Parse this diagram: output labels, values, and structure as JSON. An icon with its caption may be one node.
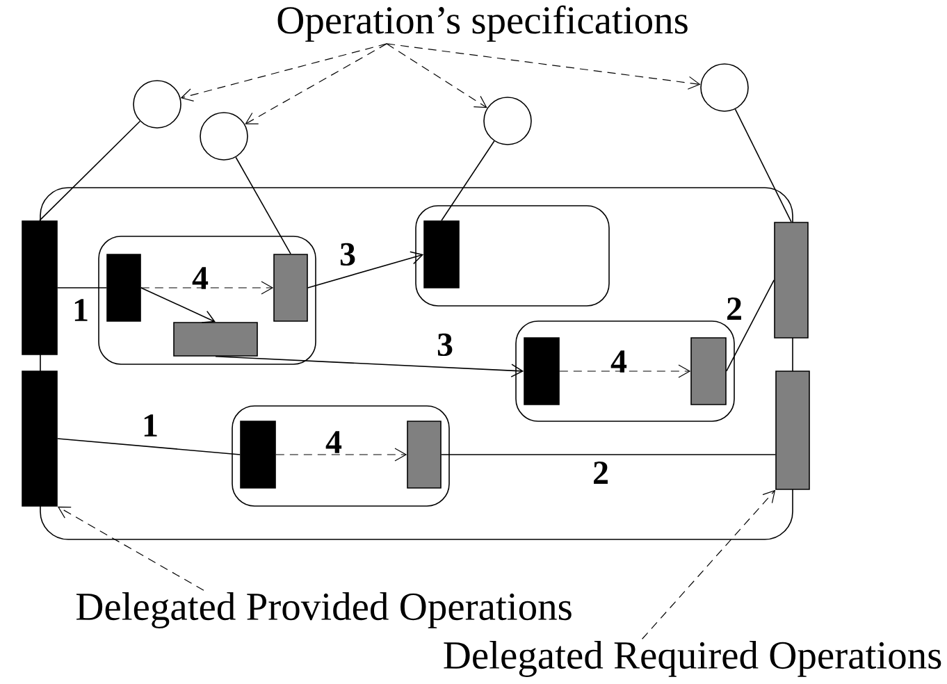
{
  "diagram": {
    "nodes": [
      {
        "text": [
          "Operation’s specifications"
        ]
      },
      {
        "text": [],
        "shape": "circle"
      },
      {
        "text": [],
        "shape": "circle"
      },
      {
        "text": [],
        "shape": "circle"
      },
      {
        "text": [],
        "shape": "circle"
      },
      {
        "text": [],
        "shape": "box"
      },
      {
        "text": [],
        "shape": "box",
        "in": 5
      },
      {
        "text": [],
        "shape": "box",
        "in": 5
      },
      {
        "text": [],
        "shape": "box",
        "in": 5
      },
      {
        "text": [],
        "shape": "box",
        "in": 5
      },
      {
        "text": [],
        "shape": "bar"
      },
      {
        "text": [],
        "shape": "bar"
      },
      {
        "text": [],
        "shape": "bar",
        "in": 6
      },
      {
        "text": [],
        "shape": "bar",
        "in": 6
      },
      {
        "text": [],
        "shape": "bar",
        "in": 6
      },
      {
        "text": [],
        "shape": "bar",
        "in": 7
      },
      {
        "text": [],
        "shape": "bar",
        "in": 8
      },
      {
        "text": [],
        "shape": "bar",
        "in": 8
      },
      {
        "text": [],
        "shape": "bar",
        "in": 9
      },
      {
        "text": [],
        "shape": "bar",
        "in": 9
      },
      {
        "text": [],
        "shape": "bar"
      },
      {
        "text": [],
        "shape": "bar"
      },
      {
        "text": [
          "Delegated Provided Operations"
        ]
      },
      {
        "text": [
          "Delegated Required Operations"
        ]
      }
    ],
    "edges": [
      {
        "from": 0,
        "to": 1,
        "arrow": "to",
        "style": "dashed"
      },
      {
        "from": 0,
        "to": 2,
        "arrow": "to",
        "style": "dashed"
      },
      {
        "from": 0,
        "to": 3,
        "arrow": "to",
        "style": "dashed"
      },
      {
        "from": 0,
        "to": 4,
        "arrow": "to",
        "style": "dashed"
      },
      {
        "from": 1,
        "to": 10,
        "arrow": "none"
      },
      {
        "from": 2,
        "to": 13,
        "arrow": "none"
      },
      {
        "from": 3,
        "to": 15,
        "arrow": "none"
      },
      {
        "from": 4,
        "to": 20,
        "arrow": "none"
      },
      {
        "from": 10,
        "to": 12,
        "arrow": "none",
        "label": "1"
      },
      {
        "from": 12,
        "to": 13,
        "arrow": "to",
        "style": "dashed",
        "label": "4"
      },
      {
        "from": 12,
        "to": 14,
        "arrow": "to"
      },
      {
        "from": 13,
        "to": 15,
        "arrow": "to",
        "label": "3"
      },
      {
        "from": 14,
        "to": 16,
        "arrow": "to",
        "label": "3"
      },
      {
        "from": 16,
        "to": 17,
        "arrow": "to",
        "style": "dashed",
        "label": "4"
      },
      {
        "from": 17,
        "to": 20,
        "arrow": "none",
        "label": "2"
      },
      {
        "from": 11,
        "to": 18,
        "arrow": "none",
        "label": "1"
      },
      {
        "from": 18,
        "to": 19,
        "arrow": "to",
        "style": "dashed",
        "label": "4"
      },
      {
        "from": 19,
        "to": 21,
        "arrow": "none",
        "label": "2"
      },
      {
        "from": 22,
        "to": 11,
        "arrow": "to",
        "style": "dashed"
      },
      {
        "from": 23,
        "to": 21,
        "arrow": "to",
        "style": "dashed"
      }
    ]
  }
}
